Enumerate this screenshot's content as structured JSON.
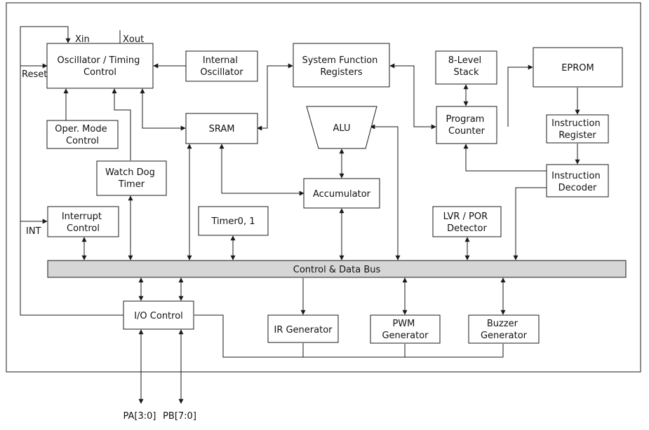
{
  "blocks": {
    "osc_timing": [
      "Oscillator / Timing",
      "Control"
    ],
    "internal_osc": [
      "Internal",
      "Oscillator"
    ],
    "sys_func_reg": [
      "System Function",
      "Registers"
    ],
    "stack": [
      "8-Level",
      "Stack"
    ],
    "eprom": [
      "EPROM"
    ],
    "oper_mode": [
      "Oper. Mode",
      "Control"
    ],
    "sram": [
      "SRAM"
    ],
    "alu": [
      "ALU"
    ],
    "program_counter": [
      "Program",
      "Counter"
    ],
    "instruction_register": [
      "Instruction",
      "Register"
    ],
    "watchdog": [
      "Watch Dog",
      "Timer"
    ],
    "accumulator": [
      "Accumulator"
    ],
    "instruction_decoder": [
      "Instruction",
      "Decoder"
    ],
    "interrupt": [
      "Interrupt",
      "Control"
    ],
    "timer01": [
      "Timer0, 1"
    ],
    "lvr_por": [
      "LVR / POR",
      "Detector"
    ],
    "bus": [
      "Control & Data Bus"
    ],
    "io_control": [
      "I/O Control"
    ],
    "ir_gen": [
      "IR Generator"
    ],
    "pwm_gen": [
      "PWM",
      "Generator"
    ],
    "buzzer_gen": [
      "Buzzer",
      "Generator"
    ]
  },
  "signals": {
    "xin": "Xin",
    "xout": "Xout",
    "reset": "Reset",
    "int": "INT",
    "pa": "PA[3:0]",
    "pb": "PB[7:0]"
  },
  "colors": {
    "stroke": "#1a1a1a",
    "bus_fill": "#d6d6d6",
    "block_fill": "#ffffff"
  }
}
